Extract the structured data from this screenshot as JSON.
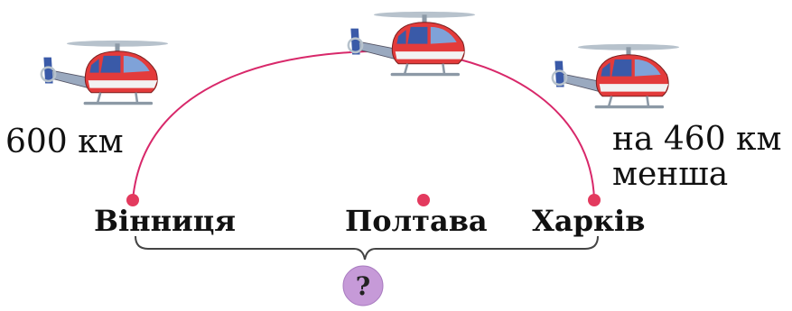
{
  "route": {
    "distance_1": "600 км",
    "distance_2_line1": "на 460 км",
    "distance_2_line2": "менша"
  },
  "cities": [
    "Вінниця",
    "Полтава",
    "Харків"
  ],
  "question_mark": "?",
  "colors": {
    "route": "#d8286a",
    "city_dot": "#e33a5e",
    "brace": "#444444",
    "question_circle": "#c69ad8",
    "helicopter_body": "#e33b3b",
    "helicopter_window": "#3a5aa8"
  },
  "icons": [
    "helicopter-icon",
    "question-icon",
    "brace"
  ]
}
